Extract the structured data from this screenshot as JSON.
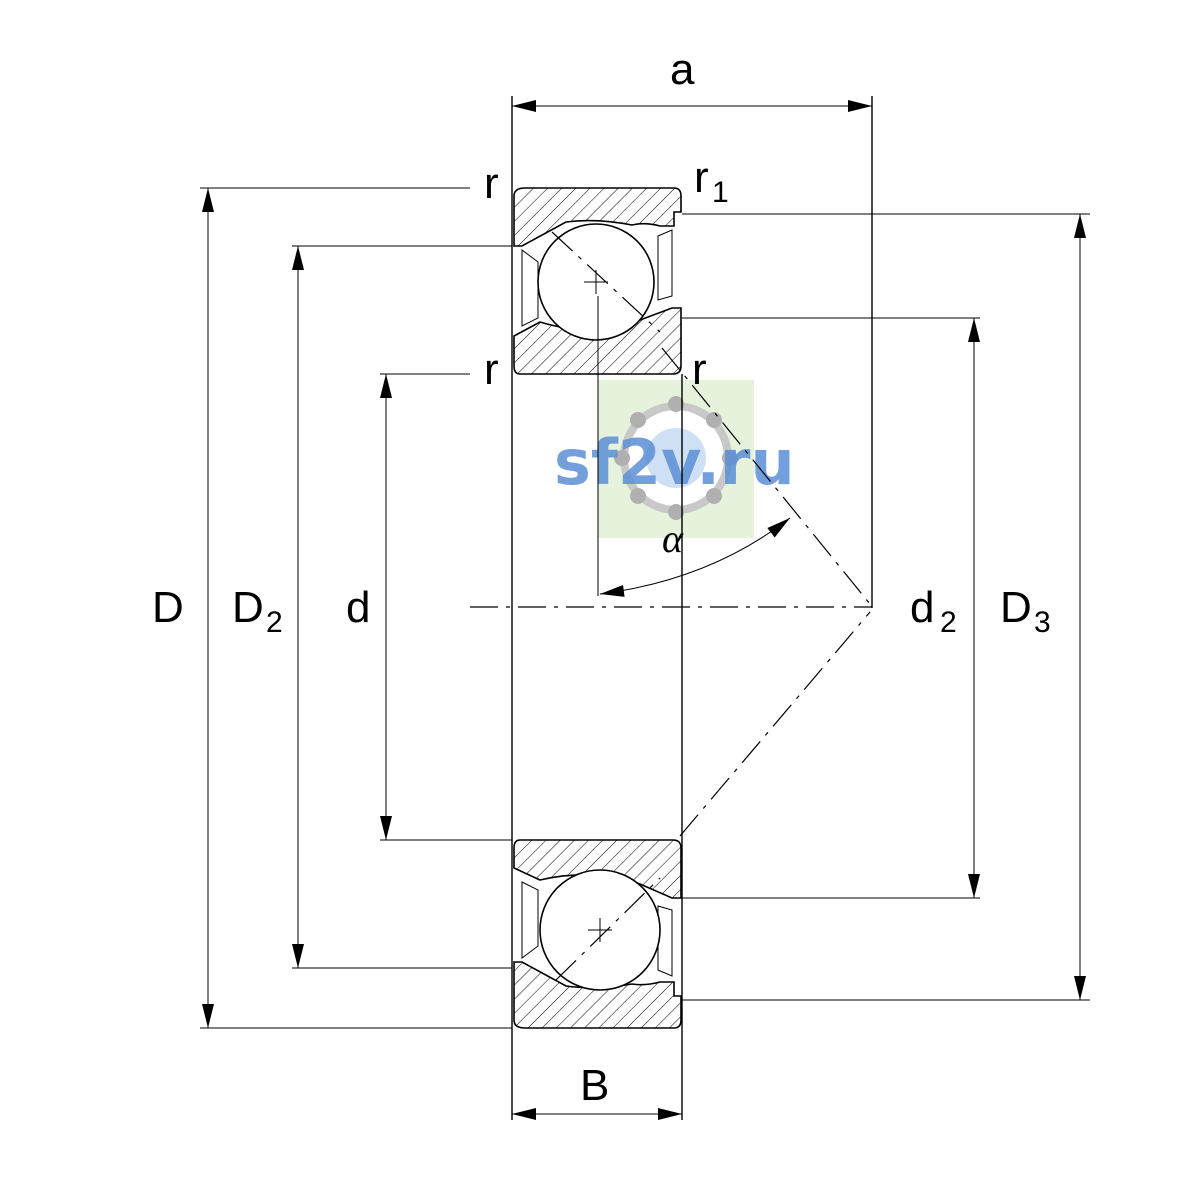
{
  "labels": {
    "a": "a",
    "B": "B",
    "D": "D",
    "D2_main": "D",
    "D2_sub": "2",
    "d": "d",
    "d2_main": "d",
    "d2_sub": "2",
    "D3_main": "D",
    "D3_sub": "3",
    "r_top_left": "r",
    "r1_main": "r",
    "r1_sub": "1",
    "r_mid_left": "r",
    "r_mid_right": "r",
    "alpha": "α"
  },
  "watermark": {
    "text": "sf2v.ru",
    "color": "#5b8fd6"
  }
}
